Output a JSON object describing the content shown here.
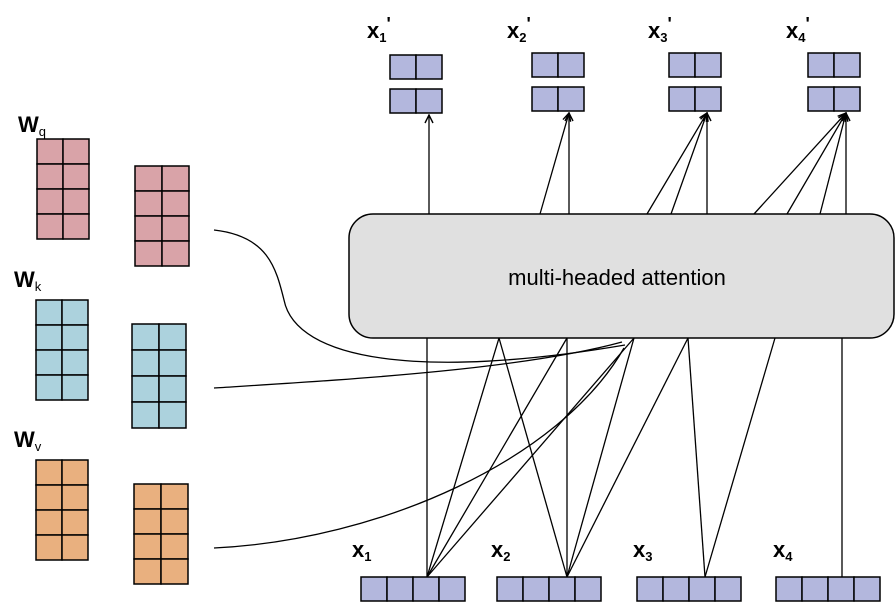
{
  "weights": [
    {
      "name": "W",
      "sub": "q",
      "color": "#d9a3a8"
    },
    {
      "name": "W",
      "sub": "k",
      "color": "#acd2dd"
    },
    {
      "name": "W",
      "sub": "v",
      "color": "#e9b07f"
    }
  ],
  "attention_box": {
    "label": "multi-headed attention",
    "fill": "#e0e0e0"
  },
  "inputs": [
    {
      "name": "x",
      "sub": "1"
    },
    {
      "name": "x",
      "sub": "2"
    },
    {
      "name": "x",
      "sub": "3"
    },
    {
      "name": "x",
      "sub": "4"
    }
  ],
  "outputs": [
    {
      "name": "x",
      "sub": "1",
      "prime": "'"
    },
    {
      "name": "x",
      "sub": "2",
      "prime": "'"
    },
    {
      "name": "x",
      "sub": "3",
      "prime": "'"
    },
    {
      "name": "x",
      "sub": "4",
      "prime": "'"
    }
  ],
  "vector_color": "#b3b7dd"
}
